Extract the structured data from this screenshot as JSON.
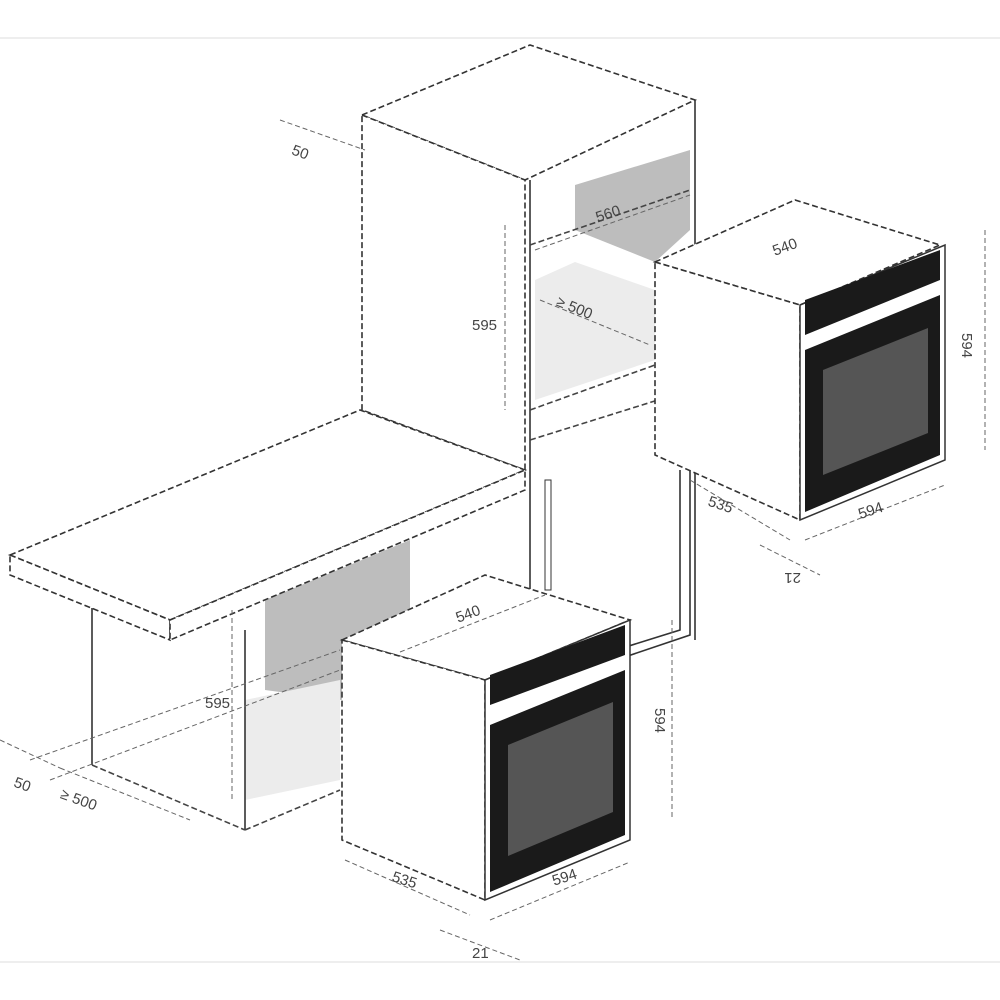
{
  "diagram": {
    "tall_cabinet": {
      "top_gap": "50",
      "niche_width": "560",
      "niche_height": "595",
      "niche_depth": "≥ 500"
    },
    "oven_upper": {
      "depth": "540",
      "height": "594",
      "side_depth": "535",
      "width": "594",
      "front_thickness": "21"
    },
    "under_counter": {
      "niche_height": "595",
      "rear_gap": "50",
      "niche_depth": "≥ 500"
    },
    "oven_lower": {
      "depth": "540",
      "height": "594",
      "side_depth": "535",
      "width": "594",
      "front_thickness": "21"
    },
    "colors": {
      "niche_back": "#bdbdbd",
      "door": "#1a1a1a"
    }
  }
}
